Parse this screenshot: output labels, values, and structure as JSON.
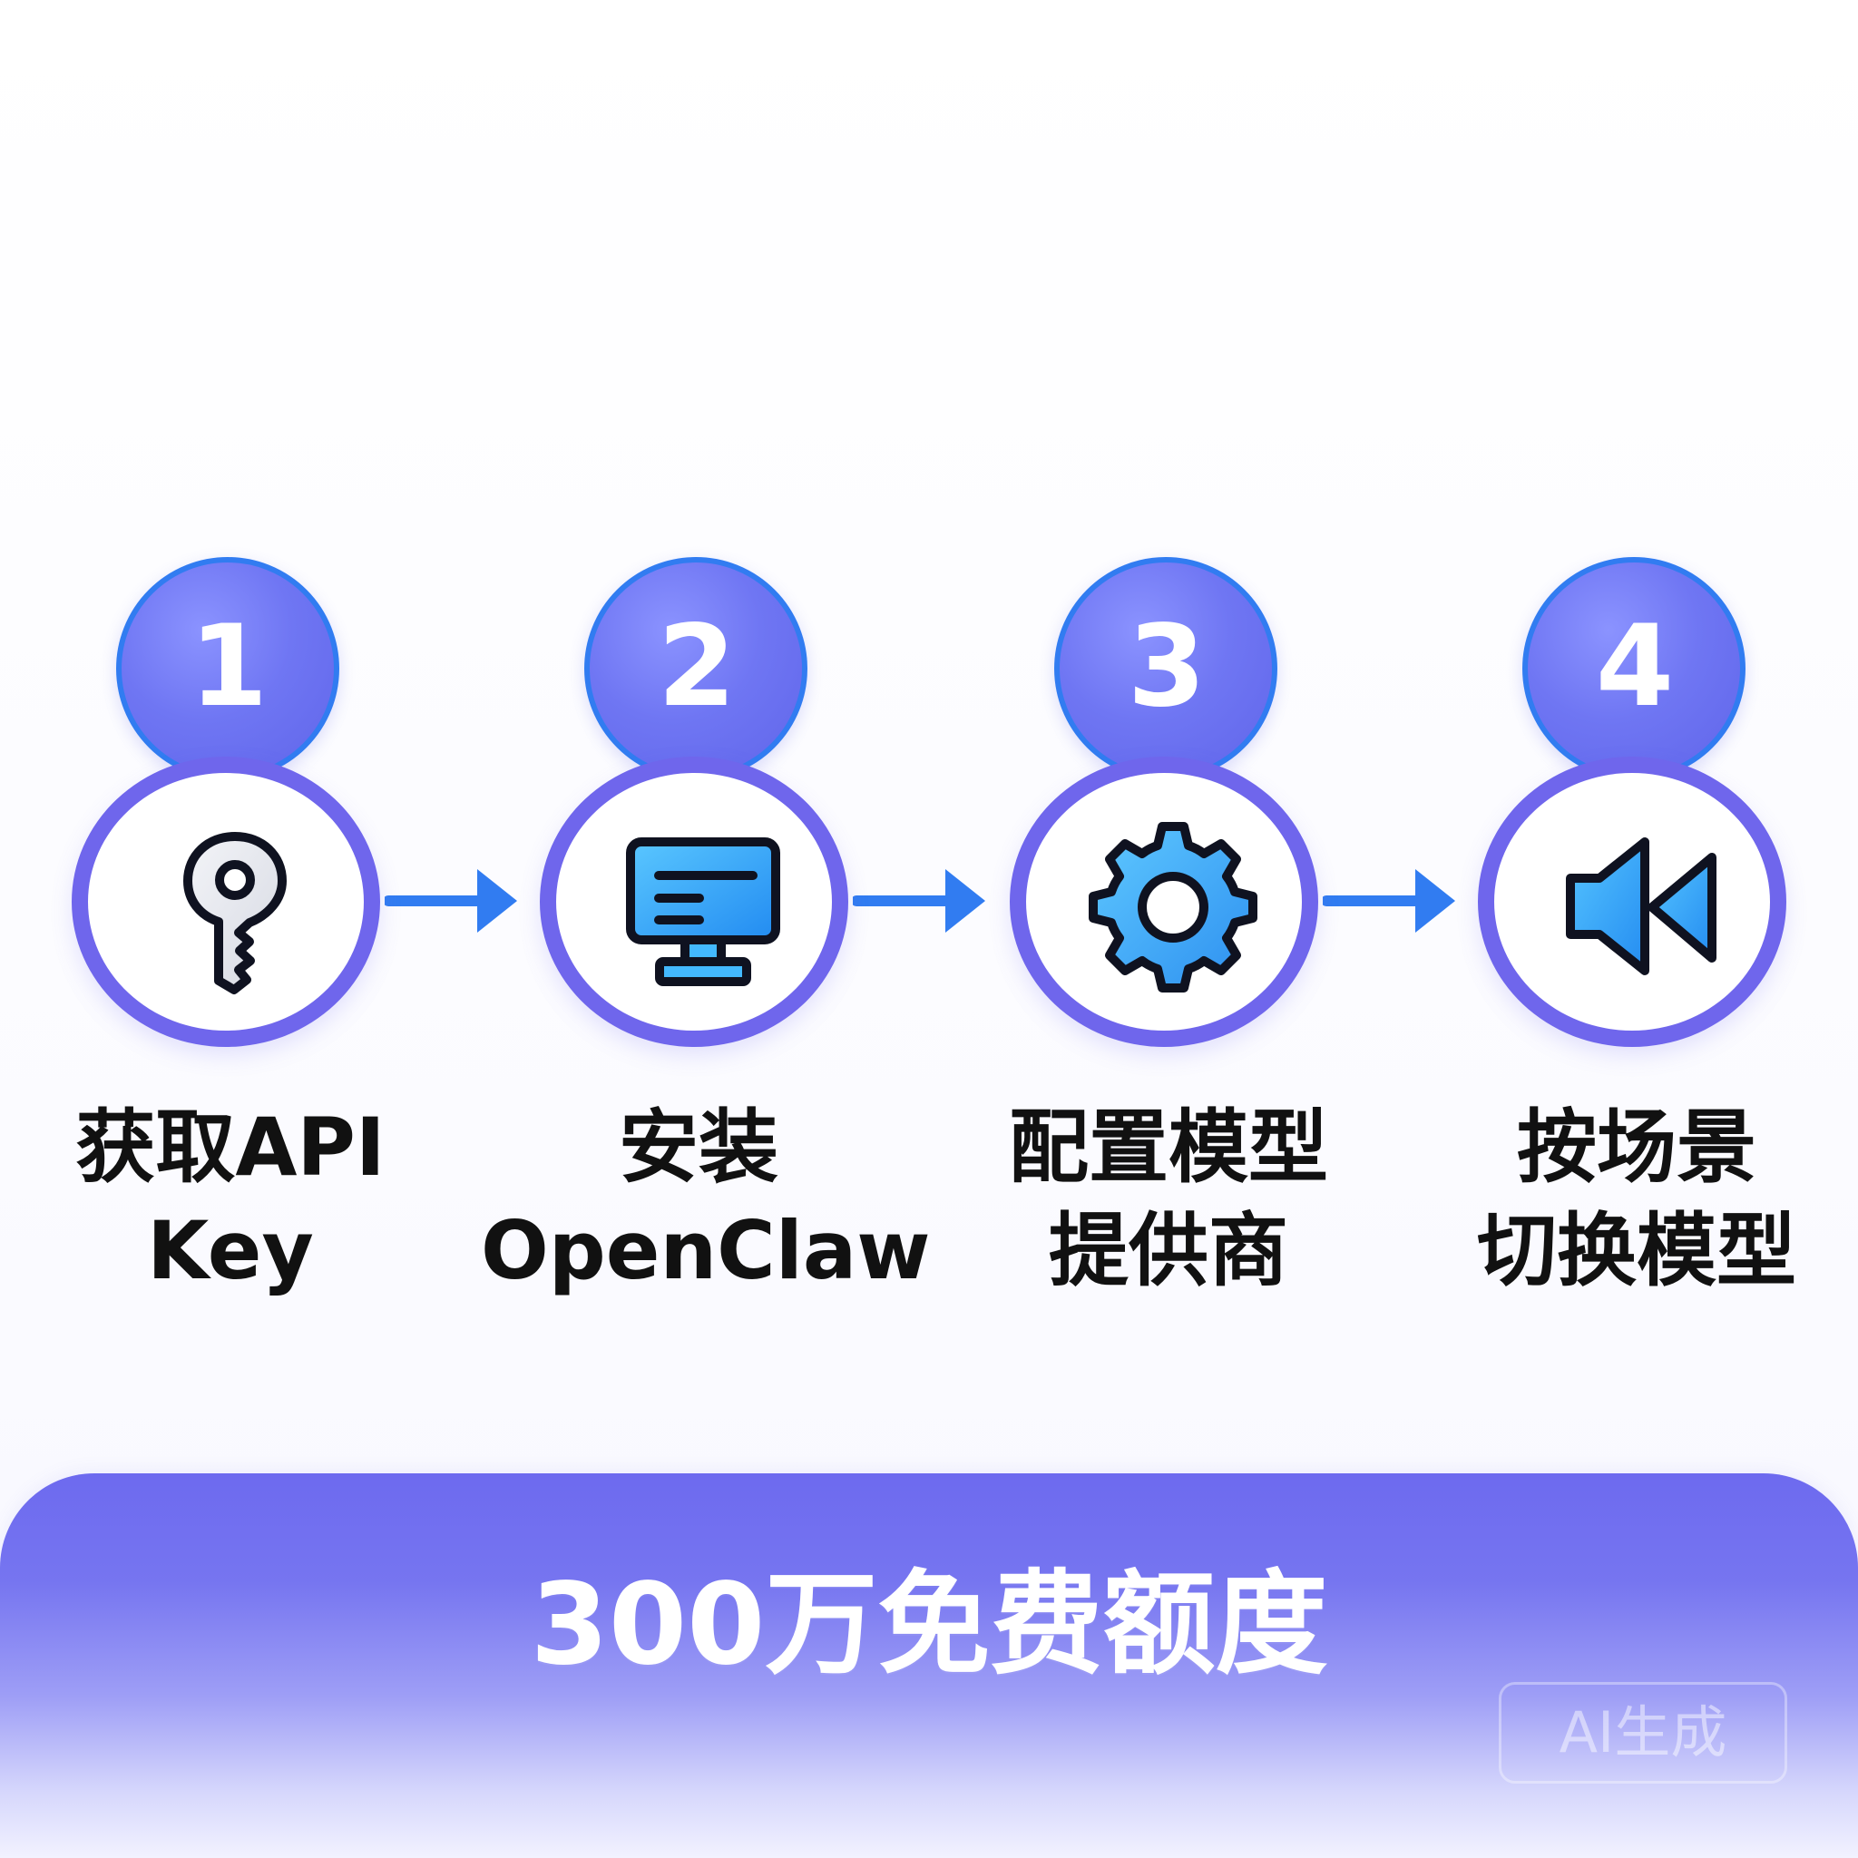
{
  "diagram": {
    "steps": [
      {
        "number": "1",
        "label": "获取API\nKey",
        "icon": "key-icon"
      },
      {
        "number": "2",
        "label": "安装\nOpenClaw",
        "icon": "computer-monitor-icon"
      },
      {
        "number": "3",
        "label": "配置模型\n提供商",
        "icon": "gear-icon"
      },
      {
        "number": "4",
        "label": "按场景\n切换模型",
        "icon": "switch-model-icon"
      }
    ],
    "connectors": [
      "arrow-right-icon",
      "arrow-right-icon",
      "arrow-right-icon"
    ]
  },
  "banner": {
    "title": "300万免费额度",
    "watermark": "AI生成"
  },
  "colors": {
    "accent_blue": "#317cf1",
    "circle_border": "#6f66ec",
    "badge_fill": "#6f76f3",
    "icon_blue": "#3ea7ff",
    "banner_top": "#6d6aef",
    "text": "#111111"
  }
}
